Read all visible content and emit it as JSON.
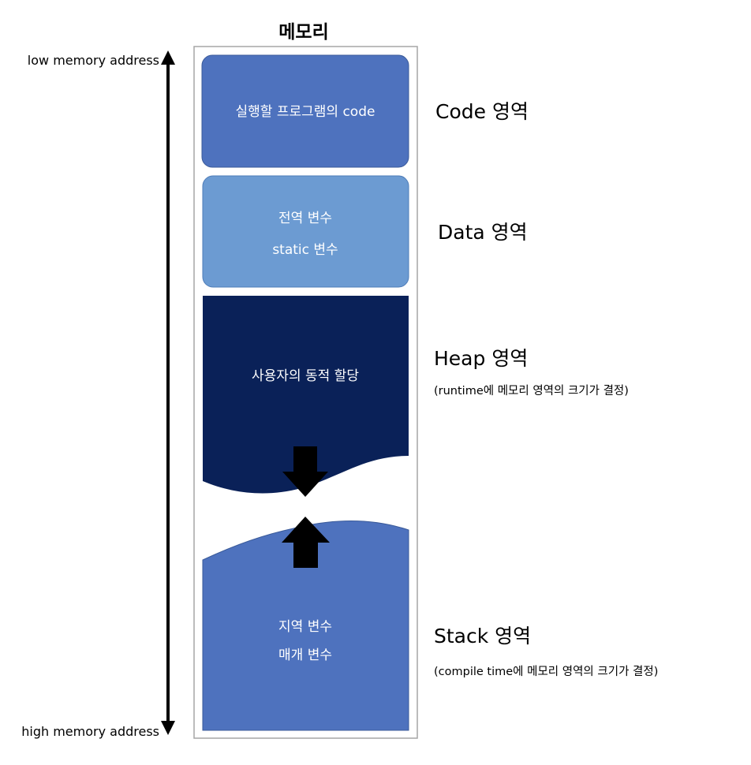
{
  "memory_title": "메모리",
  "address_axis": {
    "low_label": "low memory address",
    "high_label": "high memory address"
  },
  "segments": {
    "code": {
      "label": "실행할 프로그램의 code",
      "region_title": "Code 영역",
      "color": "#4E72BE"
    },
    "data": {
      "label_line1": "전역 변수",
      "label_line2": "static 변수",
      "region_title": "Data 영역",
      "color": "#6C9BD2"
    },
    "heap": {
      "label": "사용자의 동적 할당",
      "region_title": "Heap 영역",
      "note": "(runtime에 메모리 영역의 크기가 결정)",
      "color": "#0A2158"
    },
    "stack": {
      "label_line1": "지역 변수",
      "label_line2": "매개 변수",
      "region_title": "Stack 영역",
      "note": "(compile time에 메모리 영역의 크기가 결정)",
      "color": "#4E72BE"
    }
  },
  "colors": {
    "frame_border": "#A6A6A6",
    "arrow": "#000000"
  }
}
